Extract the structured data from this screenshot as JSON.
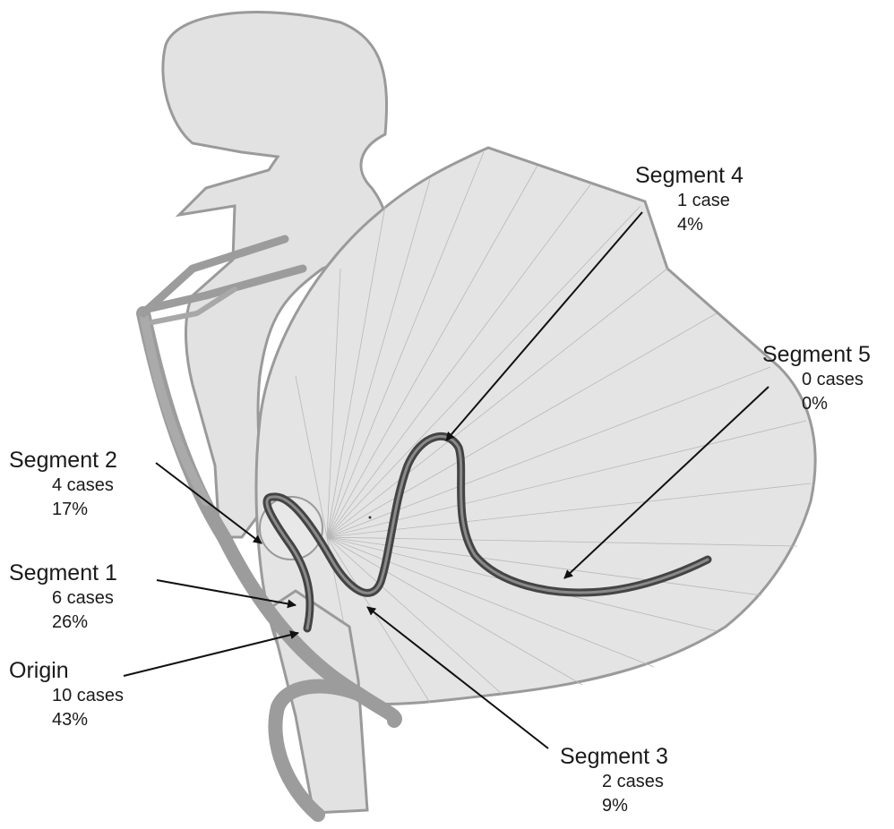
{
  "labels": {
    "segment4": {
      "name": "Segment 4",
      "cases": "1 case",
      "percent": "4%"
    },
    "segment5": {
      "name": "Segment 5",
      "cases": "0 cases",
      "percent": "0%"
    },
    "segment2": {
      "name": "Segment 2",
      "cases": "4 cases",
      "percent": "17%"
    },
    "segment1": {
      "name": "Segment 1",
      "cases": "6 cases",
      "percent": "26%"
    },
    "origin": {
      "name": "Origin",
      "cases": "10 cases",
      "percent": "43%"
    },
    "segment3": {
      "name": "Segment 3",
      "cases": "2 cases",
      "percent": "9%"
    }
  },
  "colors": {
    "tissue_fill": "#e2e2e2",
    "tissue_stroke": "#9a9a9a",
    "vessel": "#9c9c9c",
    "catheter": "#444444",
    "arrow": "#111111"
  }
}
